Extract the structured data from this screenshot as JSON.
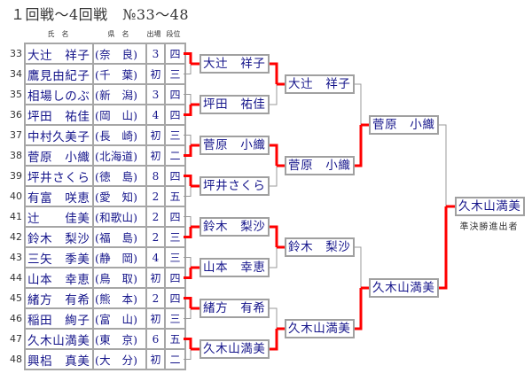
{
  "title": "１回戦～4回戦　№33～48",
  "headers": {
    "name": "氏　名",
    "pref": "県　名",
    "appearances": "出場",
    "dan": "段位"
  },
  "entries": [
    {
      "no": "33",
      "name": "大辻　祥子",
      "pref": "(奈　良)",
      "appearances": "3",
      "dan": "四"
    },
    {
      "no": "34",
      "name": "鷹見由紀子",
      "pref": "(千　葉)",
      "appearances": "初",
      "dan": "三"
    },
    {
      "no": "35",
      "name": "相場しのぶ",
      "pref": "(新　潟)",
      "appearances": "3",
      "dan": "四"
    },
    {
      "no": "36",
      "name": "坪田　祐佳",
      "pref": "(岡　山)",
      "appearances": "4",
      "dan": "四"
    },
    {
      "no": "37",
      "name": "中村久美子",
      "pref": "(長　崎)",
      "appearances": "初",
      "dan": "三"
    },
    {
      "no": "38",
      "name": "菅原　小織",
      "pref": "(北海道)",
      "appearances": "初",
      "dan": "二"
    },
    {
      "no": "39",
      "name": "坪井さくら",
      "pref": "(徳　島)",
      "appearances": "8",
      "dan": "四"
    },
    {
      "no": "40",
      "name": "有富　咲恵",
      "pref": "(愛　知)",
      "appearances": "2",
      "dan": "五"
    },
    {
      "no": "41",
      "name": "辻　　佳美",
      "pref": "(和歌山)",
      "appearances": "2",
      "dan": "四"
    },
    {
      "no": "42",
      "name": "鈴木　梨沙",
      "pref": "(福　島)",
      "appearances": "2",
      "dan": "三"
    },
    {
      "no": "43",
      "name": "三矢　季美",
      "pref": "(静　岡)",
      "appearances": "4",
      "dan": "三"
    },
    {
      "no": "44",
      "name": "山本　幸恵",
      "pref": "(鳥　取)",
      "appearances": "初",
      "dan": "四"
    },
    {
      "no": "45",
      "name": "緒方　有希",
      "pref": "(熊　本)",
      "appearances": "2",
      "dan": "四"
    },
    {
      "no": "46",
      "name": "稲田　絢子",
      "pref": "(富　山)",
      "appearances": "初",
      "dan": "三"
    },
    {
      "no": "47",
      "name": "久木山満美",
      "pref": "(東　京)",
      "appearances": "6",
      "dan": "五"
    },
    {
      "no": "48",
      "name": "興梠　真美",
      "pref": "(大　分)",
      "appearances": "初",
      "dan": "二"
    }
  ],
  "bracket": {
    "rounds": [
      {
        "winners": [
          "大辻　祥子",
          "坪田　祐佳",
          "菅原　小織",
          "坪井さくら",
          "鈴木　梨沙",
          "山本　幸恵",
          "緒方　有希",
          "久木山満美"
        ],
        "winner_from": [
          "top",
          "bottom",
          "bottom",
          "top",
          "bottom",
          "bottom",
          "top",
          "top"
        ]
      },
      {
        "winners": [
          "大辻　祥子",
          "菅原　小織",
          "鈴木　梨沙",
          "久木山満美"
        ],
        "winner_from": [
          "top",
          "top",
          "top",
          "bottom"
        ]
      },
      {
        "winners": [
          "菅原　小織",
          "久木山満美"
        ],
        "winner_from": [
          "bottom",
          "bottom"
        ]
      },
      {
        "winners": [
          "久木山満美"
        ],
        "winner_from": [
          "bottom"
        ]
      }
    ],
    "final_label": "準決勝進出者",
    "colors": {
      "win_line": "#ff0000",
      "lose_line": "#999999"
    }
  }
}
